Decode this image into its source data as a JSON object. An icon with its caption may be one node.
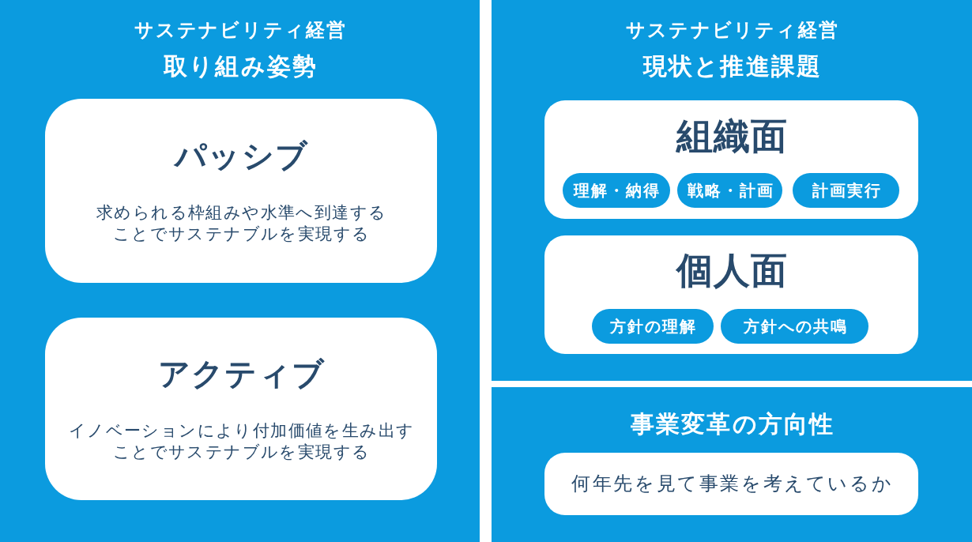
{
  "diagram": {
    "nodes": [
      {
        "text": [
          "サステナビリティ経営",
          "取り組み姿勢"
        ]
      },
      {
        "text": [
          "パッシブ",
          "求められる枠組みや水準へ到達することでサステナブルを実現する"
        ],
        "in": 0
      },
      {
        "text": [
          "アクティブ",
          "イノベーションにより付加価値を生み出すことでサステナブルを実現する"
        ],
        "in": 0
      },
      {
        "text": [
          "サステナビリティ経営",
          "現状と推進課題"
        ]
      },
      {
        "text": [
          "組織面"
        ],
        "in": 3
      },
      {
        "text": [
          "理解・納得"
        ],
        "in": 4
      },
      {
        "text": [
          "戦略・計画"
        ],
        "in": 4
      },
      {
        "text": [
          "計画実行"
        ],
        "in": 4
      },
      {
        "text": [
          "個人面"
        ],
        "in": 3
      },
      {
        "text": [
          "方針の理解"
        ],
        "in": 8
      },
      {
        "text": [
          "方針への共鳴"
        ],
        "in": 8
      },
      {
        "text": [
          "事業変革の方向性"
        ]
      },
      {
        "text": [
          "何年先を見て事業を考えているか"
        ],
        "in": 11
      }
    ]
  }
}
